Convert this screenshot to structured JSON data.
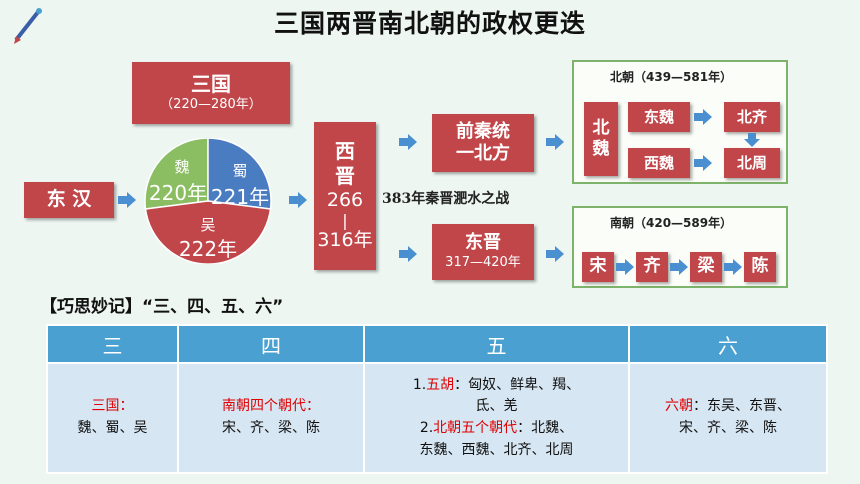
{
  "title": "三国两晋南北朝的政权更迭",
  "three_kingdoms": {
    "name": "三国",
    "years": "（220—280年）"
  },
  "donghan": "东 汉",
  "pie": {
    "wei": "魏",
    "wei_year": "220年",
    "shu": "蜀",
    "shu_year": "221年",
    "wu": "吴",
    "wu_year": "222年"
  },
  "xijin": {
    "chars": [
      "西",
      "晋"
    ],
    "start": "266",
    "dash": "|",
    "end": "316年"
  },
  "qianqin": {
    "line1": "前秦统",
    "line2": "一北方"
  },
  "battle": "383年秦晋淝水之战",
  "dongjin": {
    "name": "东晋",
    "years": "317—420年"
  },
  "north": {
    "title": "北朝（439—581年）",
    "beiwei": [
      "北",
      "魏"
    ],
    "dongwei": "东魏",
    "beiqi": "北齐",
    "xiwei": "西魏",
    "beizhou": "北周"
  },
  "south": {
    "title": "南朝（420—589年）",
    "dynasties": [
      "宋",
      "齐",
      "梁",
      "陈"
    ]
  },
  "mnemonic": "【巧思妙记】“三、四、五、六”",
  "table": {
    "headers": [
      "三",
      "四",
      "五",
      "六"
    ],
    "c1_red": "三国：",
    "c1_text": "魏、蜀、吴",
    "c2_red": "南朝四个朝代：",
    "c2_text": "宋、齐、梁、陈",
    "c3_l1_num": "1.",
    "c3_l1_red": "五胡",
    "c3_l1_text": "：匈奴、鲜卑、羯、",
    "c3_l2": "氐、羌",
    "c3_l3_num": "2.",
    "c3_l3_red": "北朝五个朝代",
    "c3_l3_text": "：北魏、",
    "c3_l4": "东魏、西魏、北齐、北周",
    "c4_red": "六朝",
    "c4_text1": "：东吴、东晋、",
    "c4_text2": "宋、齐、梁、陈"
  },
  "colors": {
    "box": "#c0464a",
    "arrow": "#4a8fd0",
    "header": "#4aa0d0",
    "cell": "#d6e6f3",
    "panel_border": "#7db36b"
  }
}
